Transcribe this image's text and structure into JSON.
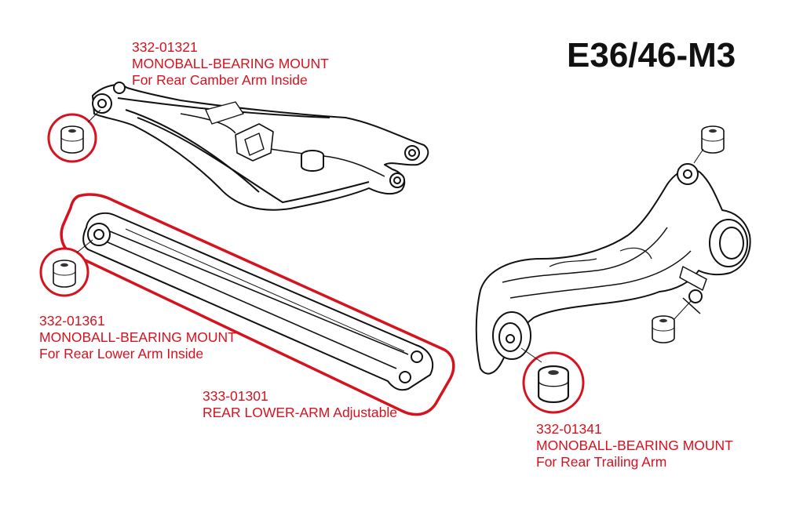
{
  "title": "E36/46-M3",
  "accent_color": "#d6121f",
  "parts": [
    {
      "part_number": "332-01321",
      "name": "MONOBALL-BEARING MOUNT",
      "description": "For Rear Camber Arm Inside"
    },
    {
      "part_number": "332-01361",
      "name": "MONOBALL-BEARING MOUNT",
      "description": "For Rear Lower Arm Inside"
    },
    {
      "part_number": "333-01301",
      "name": "REAR LOWER-ARM Adjustable",
      "description": ""
    },
    {
      "part_number": "332-01341",
      "name": "MONOBALL-BEARING MOUNT",
      "description": "For Rear Trailing Arm"
    }
  ]
}
